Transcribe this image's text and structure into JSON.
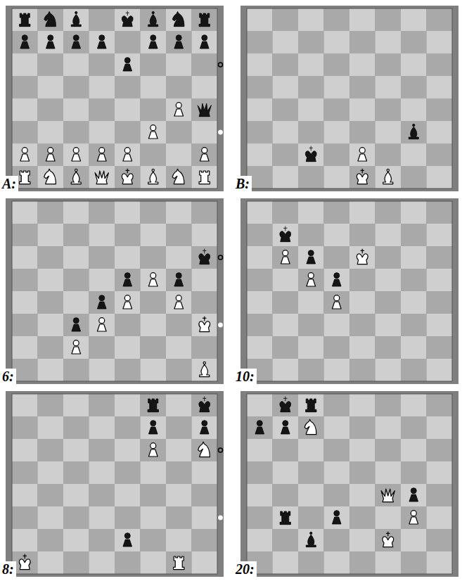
{
  "diagram": {
    "labels": [
      "A:",
      "B:",
      "6:",
      "10:",
      "8:",
      "20:"
    ]
  }
}
